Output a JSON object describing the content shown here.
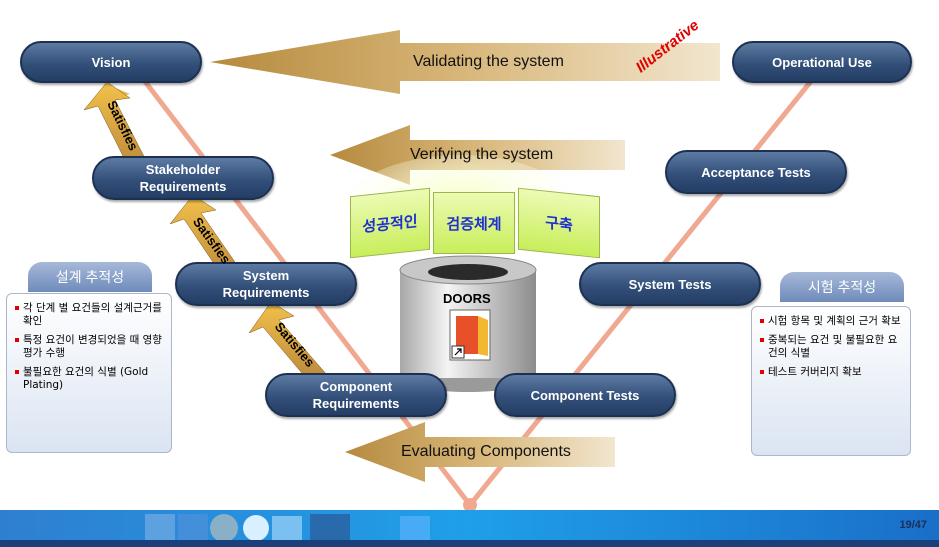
{
  "nodes": {
    "vision": "Vision",
    "operational_use": "Operational Use",
    "stakeholder_req": "Stakeholder Requirements",
    "acceptance_tests": "Acceptance Tests",
    "system_req": "System Requirements",
    "system_tests": "System Tests",
    "component_req": "Component Requirements",
    "component_tests": "Component Tests"
  },
  "arrows": {
    "validating": "Validating the system",
    "verifying": "Verifying the system",
    "evaluating": "Evaluating Components",
    "satisfies": "Satisfies"
  },
  "stamp": "Illustrative",
  "doors": {
    "label": "DOORS",
    "cards": [
      "성공적인",
      "검증체계",
      "구축"
    ]
  },
  "left_panel": {
    "title": "설계 추적성",
    "items": [
      "각 단계 별 요건들의 설계근거를 확인",
      "특정 요건이 변경되었을 때 영향 평가 수행",
      "불필요한 요건의 식별 (Gold Plating)"
    ]
  },
  "right_panel": {
    "title": "시험 추적성",
    "items": [
      "시험 항목 및 계획의 근거 확보",
      "중복되는 요건 및 불필요한 요건의 식별",
      "테스트 커버리지 확보"
    ]
  },
  "page_number": "19/47",
  "colors": {
    "arrow": "#c9a25e",
    "pill": "#33507a",
    "v_line": "#f0a890",
    "footer": "#1f9fe8"
  }
}
